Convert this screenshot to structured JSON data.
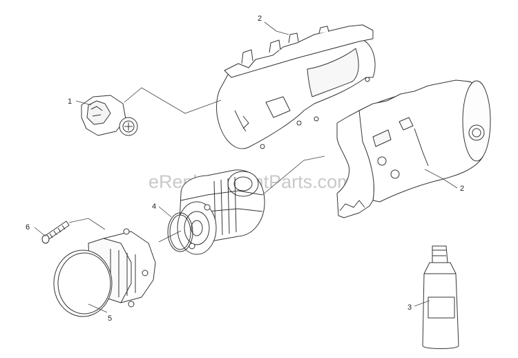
{
  "watermark": "eReplacementParts.com",
  "callouts": {
    "part_1": "1",
    "part_2_top": "2",
    "part_2_right": "2",
    "part_3": "3",
    "part_4": "4",
    "part_5": "5",
    "part_6": "6"
  }
}
